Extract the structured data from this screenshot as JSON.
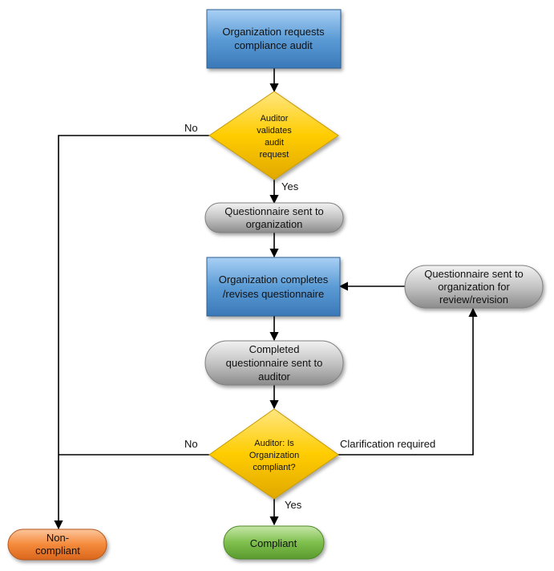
{
  "nodes": {
    "request": {
      "lines": [
        "Organization requests",
        "compliance audit"
      ]
    },
    "validate": {
      "lines": [
        "Auditor",
        "validates",
        "audit",
        "request"
      ]
    },
    "sent": {
      "lines": [
        "Questionnaire sent to",
        "organization"
      ]
    },
    "complete": {
      "lines": [
        "Organization completes",
        "/revises questionnaire"
      ]
    },
    "revision": {
      "lines": [
        "Questionnaire sent to",
        "organization for",
        "review/revision"
      ]
    },
    "completed_sent": {
      "lines": [
        "Completed",
        "questionnaire sent to",
        "auditor"
      ]
    },
    "compliant_q": {
      "lines": [
        "Auditor: Is",
        "Organization",
        "compliant?"
      ]
    },
    "noncompliant": {
      "lines": [
        "Non-",
        "compliant"
      ]
    },
    "compliant": {
      "lines": [
        "Compliant"
      ]
    }
  },
  "edges": {
    "validate_no": "No",
    "validate_yes": "Yes",
    "compliant_no": "No",
    "compliant_yes": "Yes",
    "clarification": "Clarification required"
  },
  "colors": {
    "blue_fill": "#5b9bd5",
    "gold_fill": "#ffcc00",
    "gray_fill": "#bfbfbf",
    "orange_fill": "#f58a3b",
    "green_fill": "#7fbf4d"
  }
}
